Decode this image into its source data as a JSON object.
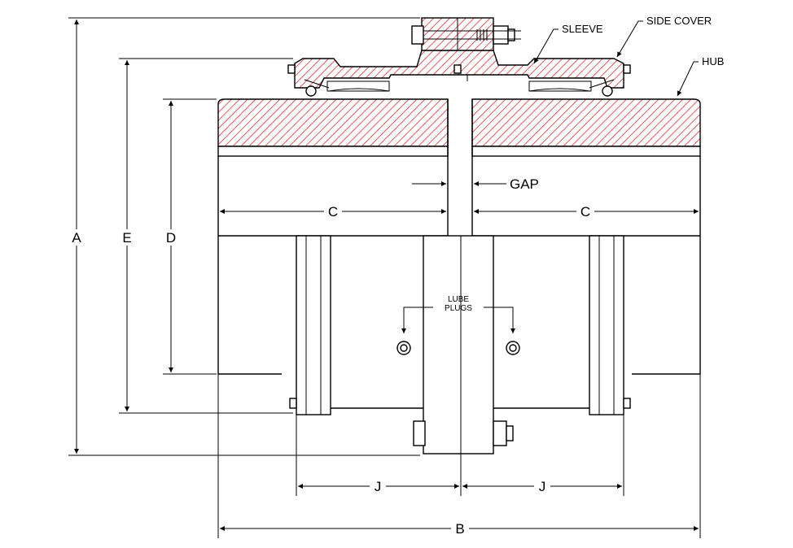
{
  "callouts": {
    "sleeve": "SLEEVE",
    "side_cover": "SIDE COVER",
    "hub": "HUB",
    "gap": "GAP",
    "lube_line1": "LUBE",
    "lube_line2": "PLUGS"
  },
  "dimensions": {
    "a": "A",
    "b": "B",
    "c_left": "C",
    "c_right": "C",
    "d": "D",
    "e": "E",
    "j_left": "J",
    "j_right": "J"
  },
  "colors": {
    "section_hatch": "#e03030",
    "line": "#000000"
  }
}
